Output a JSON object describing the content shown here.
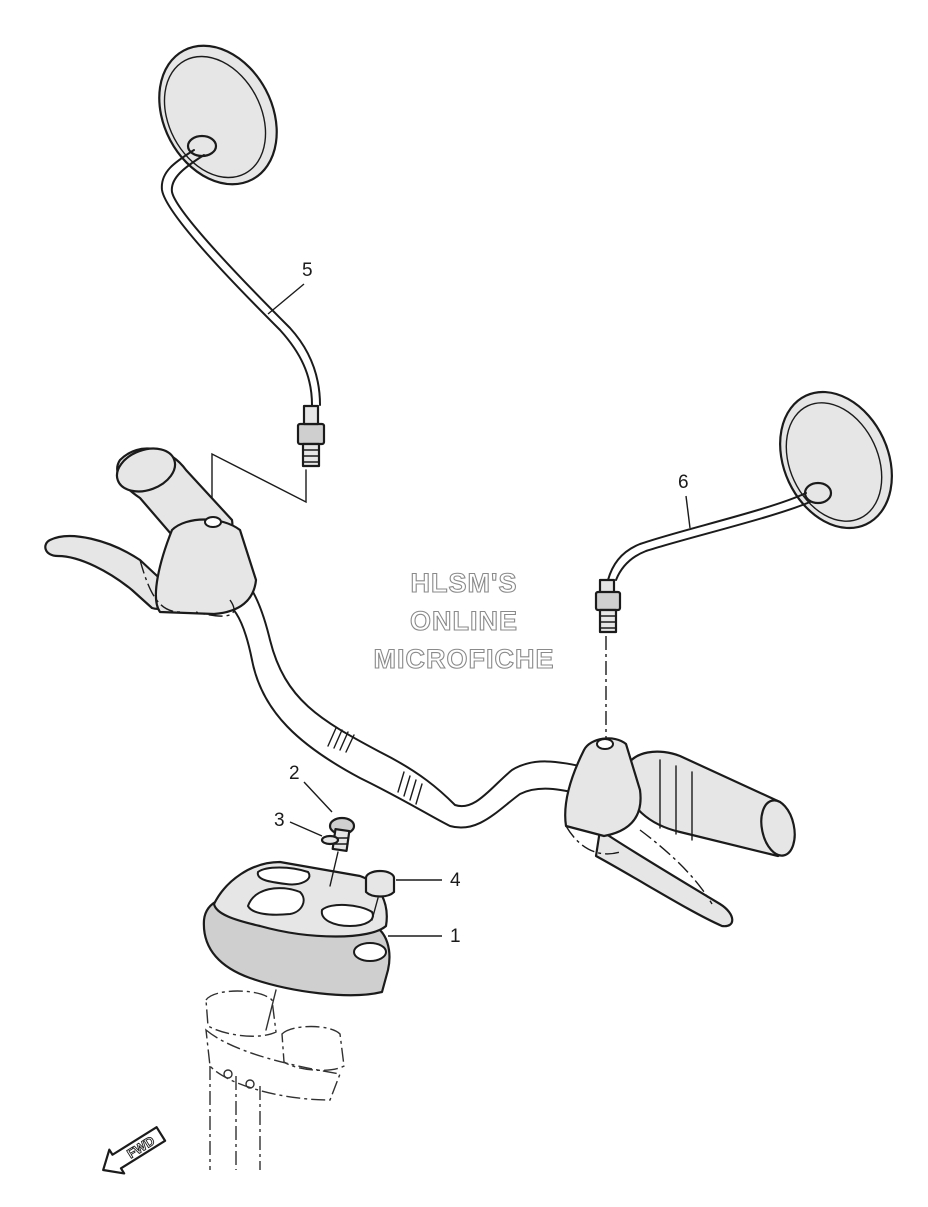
{
  "watermark": {
    "line1": "HLSM'S",
    "line2": "ONLINE",
    "line3": "MICROFICHE"
  },
  "direction_marker": {
    "label": "FWD",
    "icon": "forward-arrow-icon"
  },
  "callouts": [
    {
      "id": "callout-1",
      "label": "1"
    },
    {
      "id": "callout-2",
      "label": "2"
    },
    {
      "id": "callout-3",
      "label": "3"
    },
    {
      "id": "callout-4",
      "label": "4"
    },
    {
      "id": "callout-5",
      "label": "5"
    },
    {
      "id": "callout-6",
      "label": "6"
    }
  ],
  "colors": {
    "line": "#1b1b1b",
    "part_fill": "#e6e6e6",
    "watermark_outline": "#8a8a8a"
  }
}
